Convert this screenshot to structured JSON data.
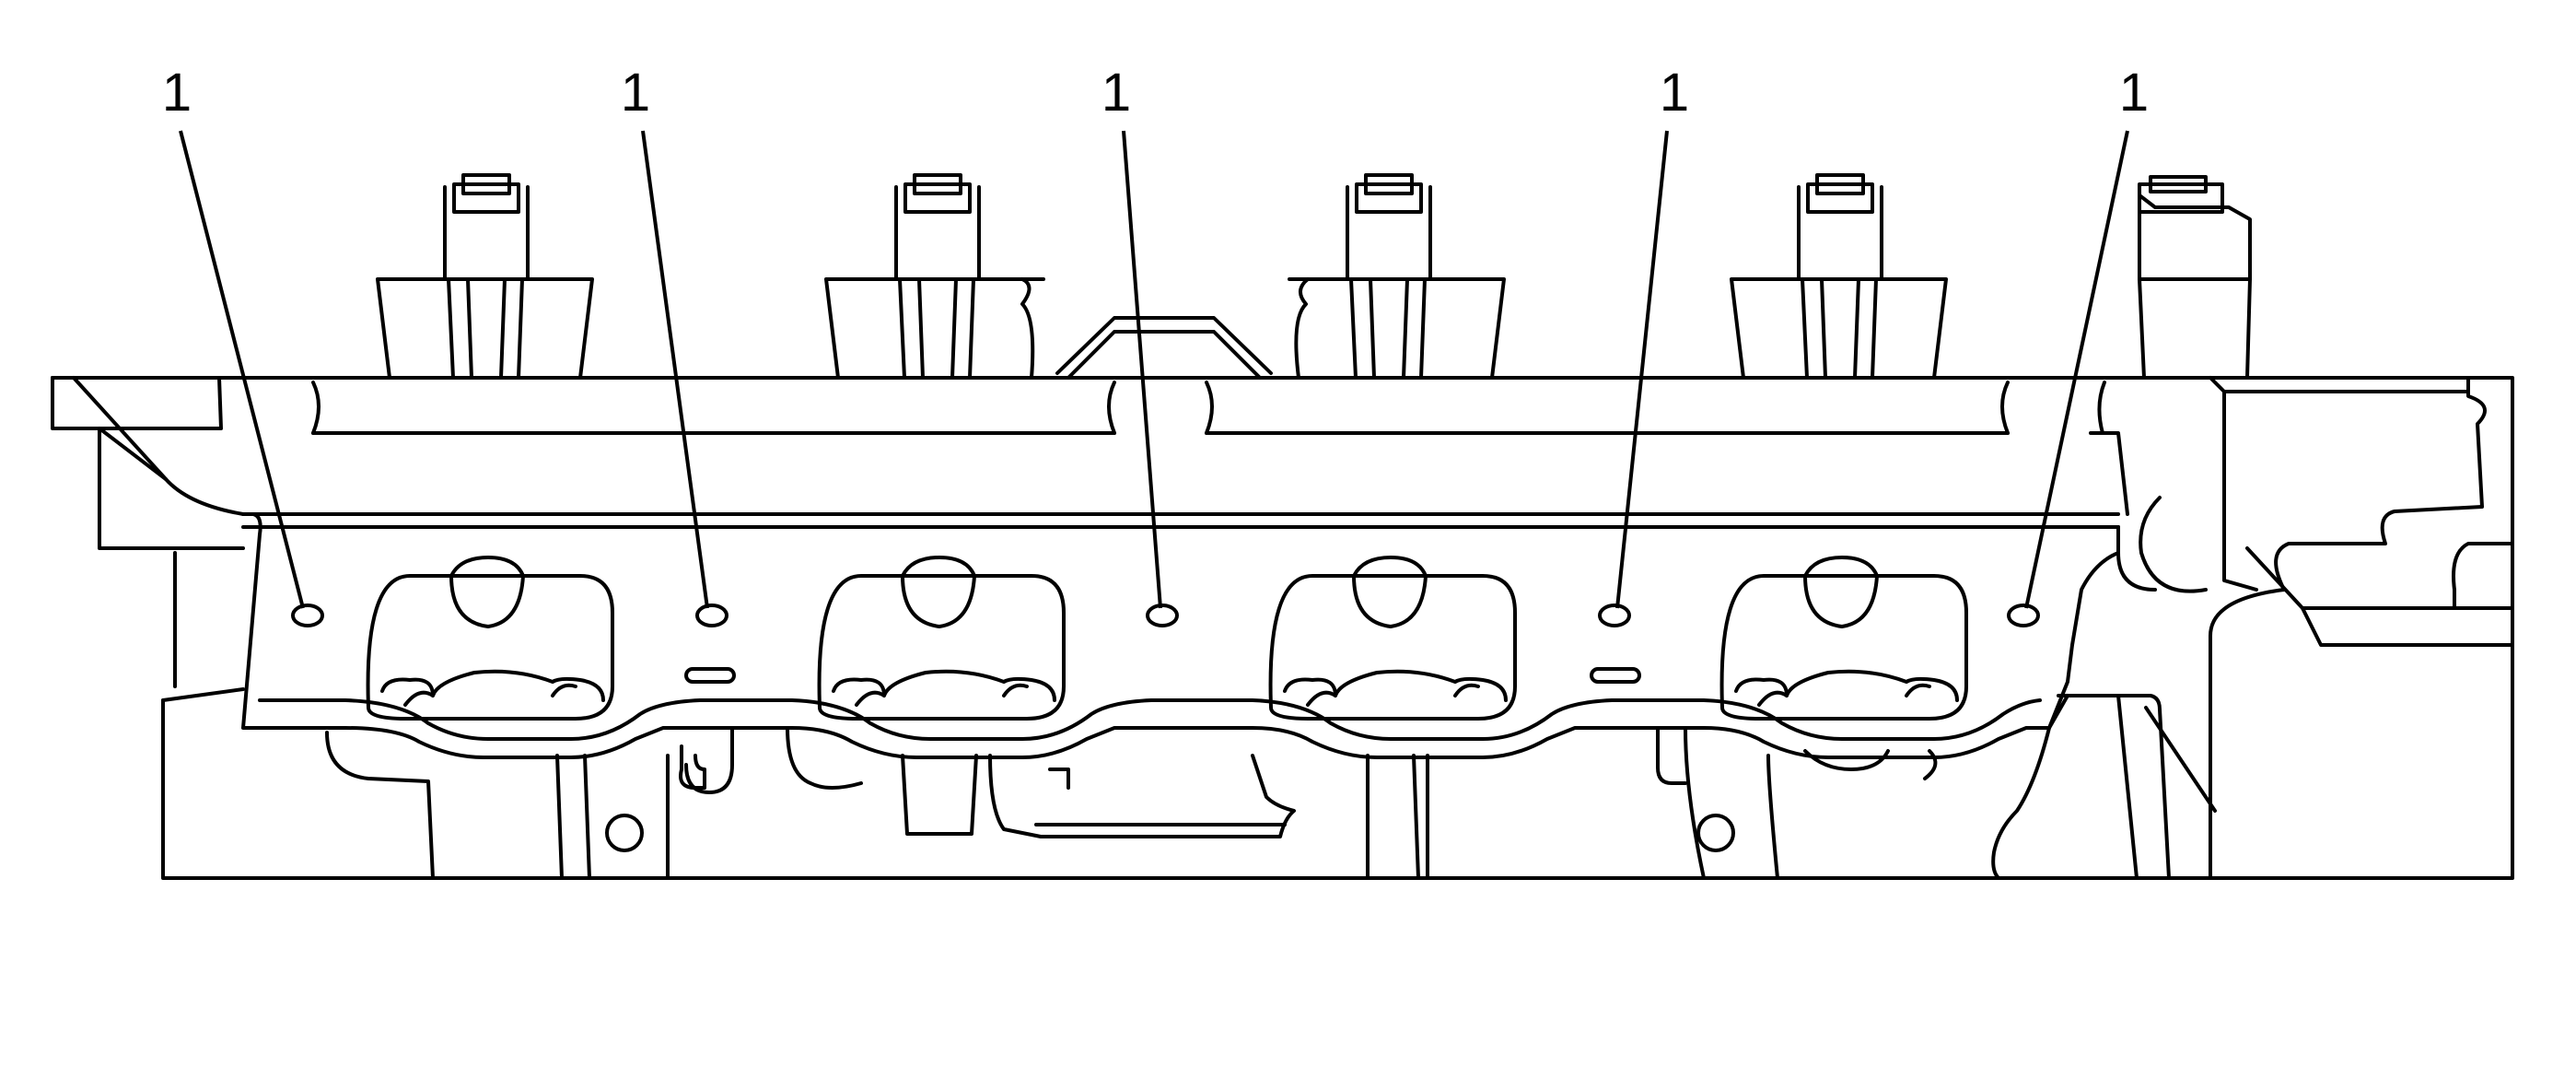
{
  "callouts": [
    {
      "label": "1"
    },
    {
      "label": "1"
    },
    {
      "label": "1"
    },
    {
      "label": "1"
    },
    {
      "label": "1"
    }
  ],
  "colors": {
    "stroke": "#000000",
    "background": "#ffffff"
  }
}
